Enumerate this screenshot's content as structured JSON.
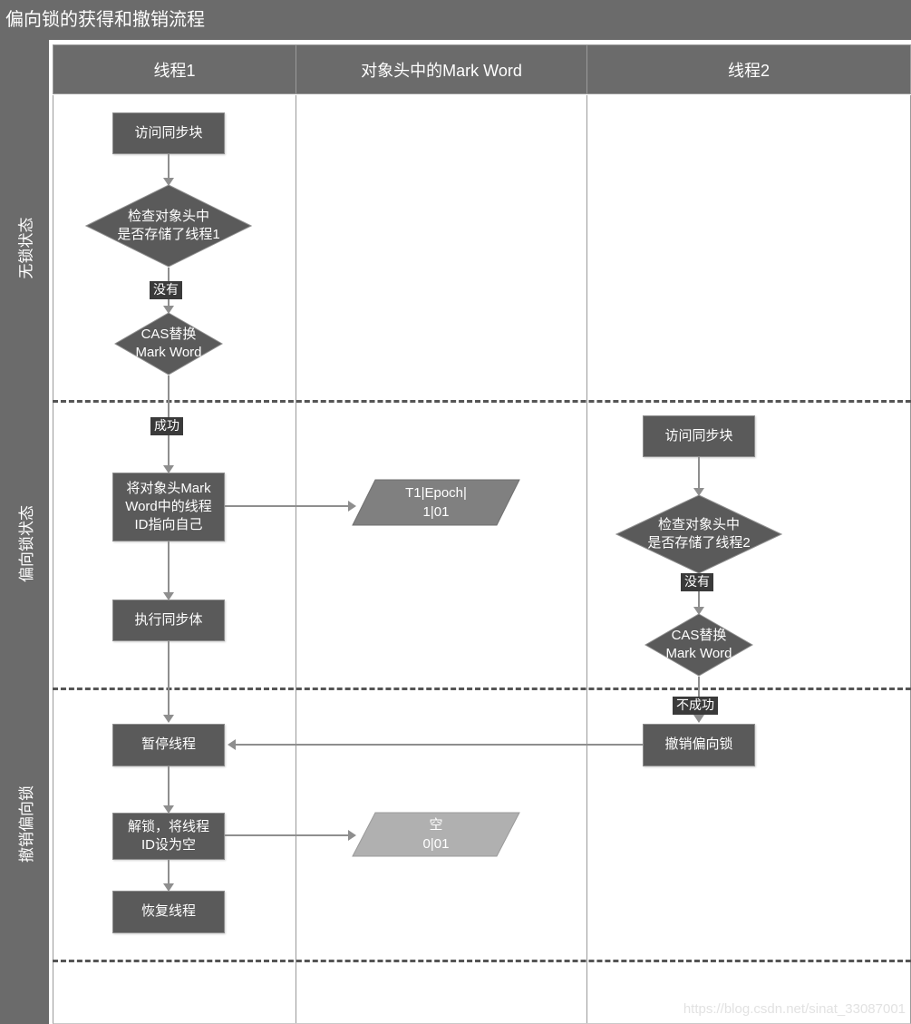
{
  "title": "偏向锁的获得和撤销流程",
  "columns": [
    {
      "id": "thread1",
      "label": "线程1"
    },
    {
      "id": "markword",
      "label": "对象头中的Mark Word"
    },
    {
      "id": "thread2",
      "label": "线程2"
    }
  ],
  "phases": [
    {
      "id": "unlocked",
      "label": "无锁状态"
    },
    {
      "id": "biased",
      "label": "偏向锁状态"
    },
    {
      "id": "revoke",
      "label": "撤销偏向锁"
    }
  ],
  "nodes": {
    "t1_enter": "访问同步块",
    "t1_check": "检查对象头中\n是否存储了线程1",
    "t1_cas": "CAS替换\nMark Word",
    "t1_point_self": "将对象头Mark\nWord中的线程\nID指向自己",
    "t1_sync_body": "执行同步体",
    "t1_pause": "暂停线程",
    "t1_unlock": "解锁，将线程\nID设为空",
    "t1_resume": "恢复线程",
    "mw_biased": "T1|Epoch|\n1|01",
    "mw_empty": "空\n0|01",
    "t2_enter": "访问同步块",
    "t2_check": "检查对象头中\n是否存储了线程2",
    "t2_cas": "CAS替换\nMark Word",
    "t2_revoke": "撤销偏向锁"
  },
  "edge_labels": {
    "t1_none": "没有",
    "t1_success": "成功",
    "t2_none": "没有",
    "t2_fail": "不成功"
  },
  "watermark": "https://blog.csdn.net/sinat_33087001",
  "colors": {
    "band": "#6b6b6b",
    "node_fill": "#5a5a5a",
    "node_alt_fill": "#b0b0b0",
    "connector": "#8e8e8e",
    "label_bg": "#3a3a3a",
    "grid": "#9a9a9a"
  }
}
